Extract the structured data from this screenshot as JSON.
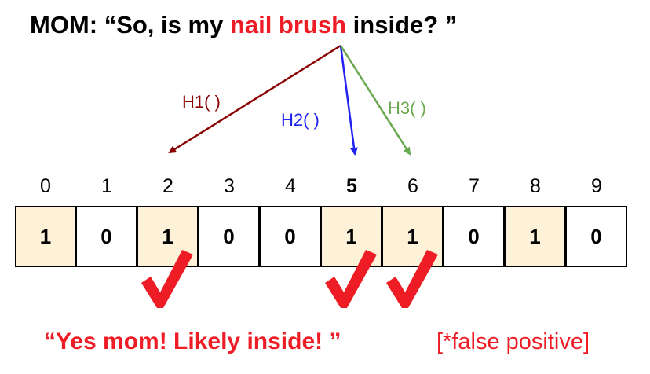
{
  "title": {
    "prefix": "MOM:  “So, is my ",
    "highlight": "nail brush",
    "suffix": " inside? ”"
  },
  "hashes": [
    {
      "label": "H1( )",
      "color": "#8b0000",
      "target_index": 2
    },
    {
      "label": "H2( )",
      "color": "#1f22f0",
      "target_index": 5
    },
    {
      "label": "H3( )",
      "color": "#6aa84f",
      "target_index": 6
    }
  ],
  "bit_array": {
    "indices": [
      "0",
      "1",
      "2",
      "3",
      "4",
      "5",
      "6",
      "7",
      "8",
      "9"
    ],
    "bold_index": 5,
    "bits": [
      "1",
      "0",
      "1",
      "0",
      "0",
      "1",
      "1",
      "0",
      "1",
      "0"
    ],
    "set_fill_color": "#fdf1d8",
    "checked_indices": [
      2,
      5,
      6
    ],
    "check_color": "#ee1c25"
  },
  "answer": "“Yes mom! Likely inside! ”",
  "note": "[*false positive]"
}
